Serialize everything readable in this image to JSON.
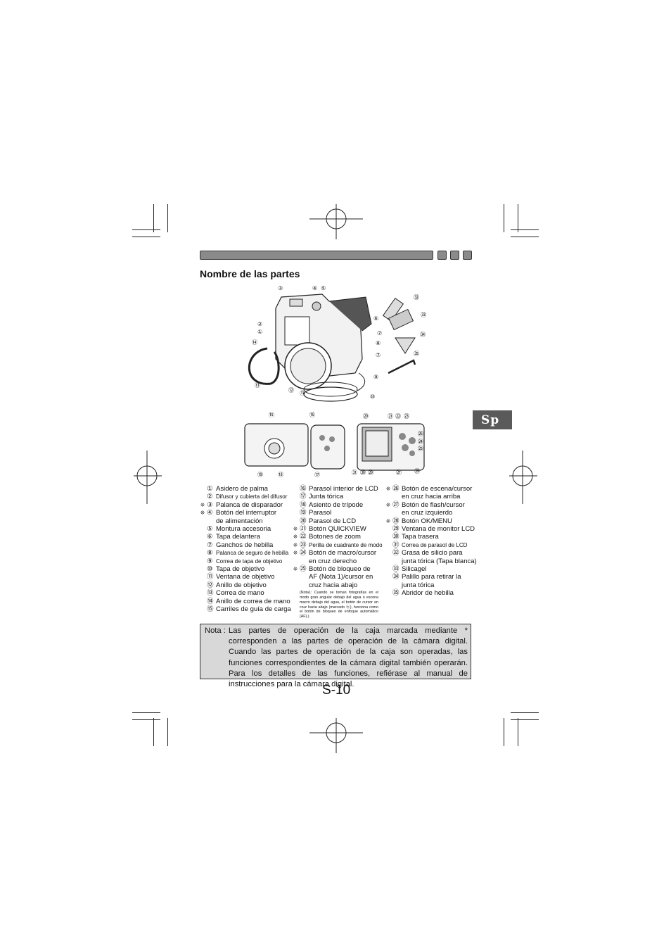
{
  "header": {
    "section_title": "Nombre de las partes",
    "language_tab": "Sp"
  },
  "figure_top": {
    "callouts": [
      "③",
      "④",
      "⑤",
      "②",
      "①",
      "⑭",
      "⑬",
      "⑫",
      "⑪",
      "⑥",
      "⑦",
      "⑧",
      "⑦",
      "⑨",
      "⑩",
      "㉜",
      "㉝",
      "㉞",
      "㉟"
    ]
  },
  "figure_bottom": {
    "callouts": [
      "⑮",
      "⑲",
      "⑱",
      "⑯",
      "⑰",
      "⑳",
      "㉛",
      "㉚",
      "㉙",
      "㉗",
      "㉑",
      "㉒",
      "㉓",
      "㉖",
      "㉔",
      "㉕",
      "㉙"
    ]
  },
  "parts": {
    "col1": [
      {
        "star": "",
        "num": "①",
        "text": "Asidero de palma",
        "small": false
      },
      {
        "star": "",
        "num": "②",
        "text": "Difusor y cubierta del difusor",
        "small": true
      },
      {
        "star": "⁜",
        "num": "③",
        "text": "Palanca de disparador",
        "small": false
      },
      {
        "star": "⁜",
        "num": "④",
        "text": "Botón del interruptor",
        "small": false
      },
      {
        "star": "",
        "num": "",
        "text": "de alimentación",
        "small": false
      },
      {
        "star": "",
        "num": "⑤",
        "text": "Montura accesoria",
        "small": false
      },
      {
        "star": "",
        "num": "⑥",
        "text": "Tapa delantera",
        "small": false
      },
      {
        "star": "",
        "num": "⑦",
        "text": "Ganchos de hebilla",
        "small": false
      },
      {
        "star": "",
        "num": "⑧",
        "text": "Palanca de seguro de hebilla",
        "small": true
      },
      {
        "star": "",
        "num": "⑨",
        "text": "Correa de tapa de objetivo",
        "small": true
      },
      {
        "star": "",
        "num": "⑩",
        "text": "Tapa de objetivo",
        "small": false
      },
      {
        "star": "",
        "num": "⑪",
        "text": "Ventana de objetivo",
        "small": false
      },
      {
        "star": "",
        "num": "⑫",
        "text": "Anillo de objetivo",
        "small": false
      },
      {
        "star": "",
        "num": "⑬",
        "text": "Correa de mano",
        "small": false
      },
      {
        "star": "",
        "num": "⑭",
        "text": "Anillo de correa de mano",
        "small": false
      },
      {
        "star": "",
        "num": "⑮",
        "text": "Carriles de guía de carga",
        "small": false
      }
    ],
    "col2": [
      {
        "star": "",
        "num": "⑯",
        "text": "Parasol interior de LCD",
        "small": false
      },
      {
        "star": "",
        "num": "⑰",
        "text": "Junta tórica",
        "small": false
      },
      {
        "star": "",
        "num": "⑱",
        "text": "Asiento de trípode",
        "small": false
      },
      {
        "star": "",
        "num": "⑲",
        "text": "Parasol",
        "small": false
      },
      {
        "star": "",
        "num": "⑳",
        "text": "Parasol de LCD",
        "small": false
      },
      {
        "star": "⁜",
        "num": "㉑",
        "text": "Botón QUICKVIEW",
        "small": false
      },
      {
        "star": "⁜",
        "num": "㉒",
        "text": "Botones de zoom",
        "small": false
      },
      {
        "star": "⁜",
        "num": "㉓",
        "text": "Perilla de cuadrante de modo",
        "small": true
      },
      {
        "star": "⁜",
        "num": "㉔",
        "text": "Botón de macro/cursor",
        "small": false
      },
      {
        "star": "",
        "num": "",
        "text": "en cruz derecho",
        "small": false
      },
      {
        "star": "⁜",
        "num": "㉕",
        "text": "Botón de bloqueo de",
        "small": false
      },
      {
        "star": "",
        "num": "",
        "text": "AF (Nota 1)/cursor en",
        "small": false
      },
      {
        "star": "",
        "num": "",
        "text": "cruz hacia abajo",
        "small": false
      }
    ],
    "col2_note": "(Nota1: Cuando se toman fotografías en el modo gran angular debajo del agua o escena macro debajo del agua, el botón de cursor en cruz hacia abajo (marcado ⓦ), funciona como el botón de bloqueo de enfoque automático (AF).)",
    "col3": [
      {
        "star": "⁜",
        "num": "㉖",
        "text": "Botón de escena/cursor",
        "small": false
      },
      {
        "star": "",
        "num": "",
        "text": "en cruz hacia arriba",
        "small": false
      },
      {
        "star": "⁜",
        "num": "㉗",
        "text": "Botón de flash/cursor",
        "small": false
      },
      {
        "star": "",
        "num": "",
        "text": "en cruz izquierdo",
        "small": false
      },
      {
        "star": "⁜",
        "num": "㉘",
        "text": "Botón OK/MENU",
        "small": false
      },
      {
        "star": "",
        "num": "㉙",
        "text": "Ventana de monitor LCD",
        "small": false
      },
      {
        "star": "",
        "num": "㉚",
        "text": "Tapa trasera",
        "small": false
      },
      {
        "star": "",
        "num": "㉛",
        "text": "Correa de parasol de LCD",
        "small": true
      },
      {
        "star": "",
        "num": "㉜",
        "text": "Grasa de silicio para",
        "small": false
      },
      {
        "star": "",
        "num": "",
        "text": "junta tórica (Tapa blanca)",
        "small": false
      },
      {
        "star": "",
        "num": "㉝",
        "text": "Silicagel",
        "small": false
      },
      {
        "star": "",
        "num": "㉞",
        "text": "Palillo para retirar la",
        "small": false
      },
      {
        "star": "",
        "num": "",
        "text": "junta tórica",
        "small": false
      },
      {
        "star": "",
        "num": "㉟",
        "text": "Abridor de hebilla",
        "small": false
      }
    ]
  },
  "note": {
    "label": "Nota :",
    "text": "Las partes de operación de la caja marcada mediante * corresponden a las partes de operación de la cámara digital. Cuando las partes de operación de la caja son operadas, las funciones correspondientes de la cámara digital también operarán. Para los detalles de las funciones, refiérase al manual de instrucciones para la cámara digital."
  },
  "page_number": "S-10"
}
